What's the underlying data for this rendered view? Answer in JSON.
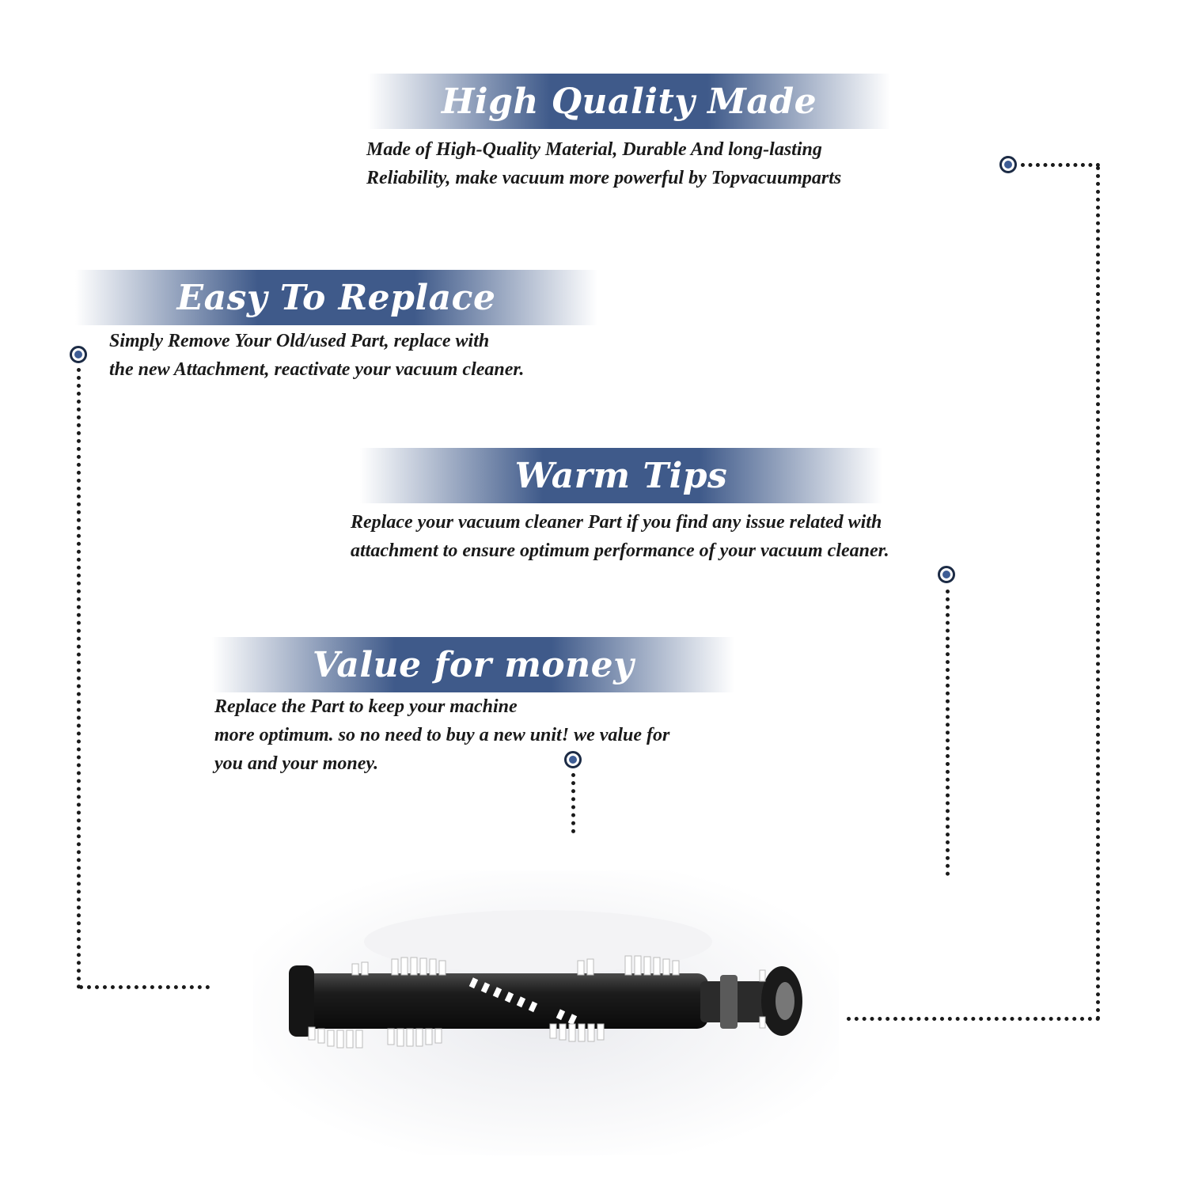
{
  "sections": [
    {
      "title": "High Quality Made",
      "lines": [
        "Made of  High-Quality Material, Durable And long-lasting",
        "Reliability, make vacuum more powerful by Topvacuumparts"
      ]
    },
    {
      "title": "Easy To Replace",
      "lines": [
        "Simply Remove Your Old/used Part, replace with",
        "the new Attachment, reactivate your vacuum cleaner."
      ]
    },
    {
      "title": "Warm Tips",
      "lines": [
        "Replace your vacuum cleaner Part if you find any issue related with",
        " attachment to ensure optimum performance of your vacuum cleaner."
      ]
    },
    {
      "title": "Value for money",
      "lines": [
        "Replace the Part to keep your machine",
        "more optimum. so no need to buy a new unit! we value for",
        "you and your money."
      ]
    }
  ],
  "icons": {
    "connector": "bullet-circle-icon",
    "product": "brush-roll-illustration"
  },
  "colors": {
    "banner": "#3f5a8a",
    "dot_fill": "#3e5d95",
    "text": "#1a1a1a"
  }
}
